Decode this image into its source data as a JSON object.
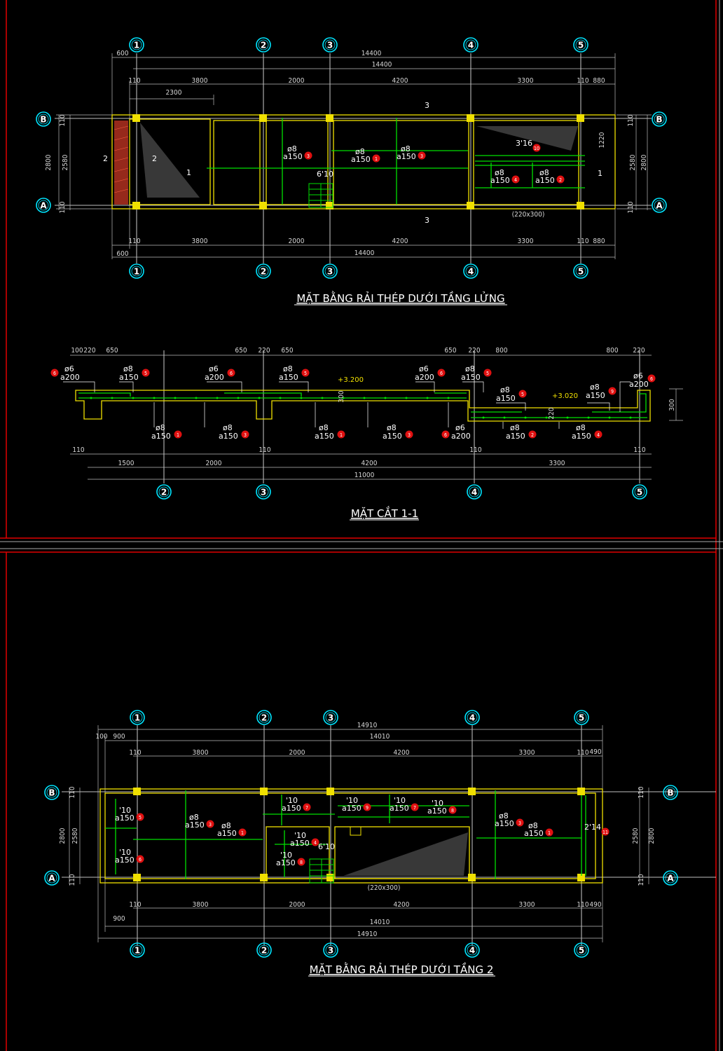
{
  "sheet1": {
    "plan1": {
      "title": "MẶT BẰNG RẢI THÉP DƯỚI TẦNG LỬNG",
      "grid_labels": [
        "1",
        "2",
        "3",
        "4",
        "5"
      ],
      "row_labels": [
        "B",
        "A"
      ],
      "top_overall": "14400",
      "top_inner": "14400",
      "left_overhang": "600",
      "right_overhang": "880",
      "small_110": "110",
      "spans": [
        "3800",
        "2000",
        "4200",
        "3300"
      ],
      "sub_dim": "2300",
      "bottom_overall": "14400",
      "left_heights": [
        "2800",
        "2580"
      ],
      "right_heights": [
        "2580",
        "2800"
      ],
      "right_1220": "1220",
      "beam": "(220x300)",
      "section_marks": [
        "1",
        "1",
        "2",
        "2",
        "3",
        "3"
      ],
      "rebar": [
        {
          "d": "ø8",
          "s": "a150",
          "n": "3"
        },
        {
          "d": "ø8",
          "s": "a150",
          "n": "1"
        },
        {
          "d": "ø8",
          "s": "a150",
          "n": "3"
        },
        {
          "d": "6'10",
          "s": "",
          "n": ""
        },
        {
          "d": "3'16",
          "s": "",
          "n": "10"
        },
        {
          "d": "ø8",
          "s": "a150",
          "n": "4"
        },
        {
          "d": "ø8",
          "s": "a150",
          "n": "2"
        }
      ]
    },
    "section": {
      "title": "MẶT CẮT 1-1",
      "elev1": "+3.200",
      "elev2": "+3.020",
      "depth": "300",
      "top_dims": [
        "100",
        "220",
        "650",
        "650",
        "220",
        "650",
        "650",
        "220",
        "800",
        "800",
        "220"
      ],
      "bottom_dims": [
        "1500",
        "2000",
        "4200",
        "3300"
      ],
      "overall": "11000",
      "small": "110",
      "axes": [
        "2",
        "3",
        "4",
        "5"
      ],
      "top_rebar": [
        {
          "d": "ø6",
          "s": "a200",
          "n": "6"
        },
        {
          "d": "ø8",
          "s": "a150",
          "n": "5"
        },
        {
          "d": "ø6",
          "s": "a200",
          "n": "6"
        },
        {
          "d": "ø8",
          "s": "a150",
          "n": "5"
        },
        {
          "d": "ø6",
          "s": "a200",
          "n": "6"
        },
        {
          "d": "ø8",
          "s": "a150",
          "n": "5"
        },
        {
          "d": "ø8",
          "s": "a150",
          "n": "5"
        },
        {
          "d": "ø8",
          "s": "a150",
          "n": "9"
        },
        {
          "d": "ø6",
          "s": "a200",
          "n": "6"
        }
      ],
      "bottom_rebar": [
        {
          "d": "ø8",
          "s": "a150",
          "n": "1"
        },
        {
          "d": "ø8",
          "s": "a150",
          "n": "3"
        },
        {
          "d": "ø8",
          "s": "a150",
          "n": "1"
        },
        {
          "d": "ø8",
          "s": "a150",
          "n": "3"
        },
        {
          "d": "ø6",
          "s": "a200",
          "n": "6"
        },
        {
          "d": "ø8",
          "s": "a150",
          "n": "2"
        },
        {
          "d": "ø8",
          "s": "a150",
          "n": "4"
        }
      ]
    }
  },
  "sheet2": {
    "plan2": {
      "title": "MẶT BẰNG RẢI THÉP DƯỚI TẦNG 2",
      "grid_labels": [
        "1",
        "2",
        "3",
        "4",
        "5"
      ],
      "row_labels": [
        "B",
        "A"
      ],
      "overall": "14910",
      "inner": "14010",
      "left_100": "100",
      "left_900": "900",
      "small_110": "110",
      "right_490": "490",
      "spans": [
        "3800",
        "2000",
        "4200",
        "3300"
      ],
      "bottom_900": "900",
      "bottom_inner": "14010",
      "bottom_overall": "14910",
      "left_heights": [
        "2800",
        "2580"
      ],
      "right_heights": [
        "2580",
        "2800"
      ],
      "beam": "(220x300)",
      "rebar": [
        {
          "d": "'10",
          "s": "a150",
          "n": "5"
        },
        {
          "d": "'10",
          "s": "a150",
          "n": "6"
        },
        {
          "d": "ø8",
          "s": "a150",
          "n": "3"
        },
        {
          "d": "ø8",
          "s": "a150",
          "n": "1"
        },
        {
          "d": "'10",
          "s": "a150",
          "n": "7"
        },
        {
          "d": "'10",
          "s": "a150",
          "n": "4"
        },
        {
          "d": "'10",
          "s": "a150",
          "n": "8"
        },
        {
          "d": "6'10",
          "s": "",
          "n": ""
        },
        {
          "d": "'10",
          "s": "a150",
          "n": "9"
        },
        {
          "d": "'10",
          "s": "a150",
          "n": "7"
        },
        {
          "d": "'10",
          "s": "a150",
          "n": "8"
        },
        {
          "d": "ø8",
          "s": "a150",
          "n": "3"
        },
        {
          "d": "ø8",
          "s": "a150",
          "n": "1"
        },
        {
          "d": "2'14",
          "s": "",
          "n": "11"
        }
      ]
    }
  },
  "colors": {
    "background": "#000000",
    "grid_line": "#ffffff",
    "axis_circle": "#00e5ff",
    "structure": "#f0e000",
    "rebar": "#00e000",
    "dimension": "#d8d8d8",
    "tag": "#e01010",
    "border": "#e00000"
  }
}
